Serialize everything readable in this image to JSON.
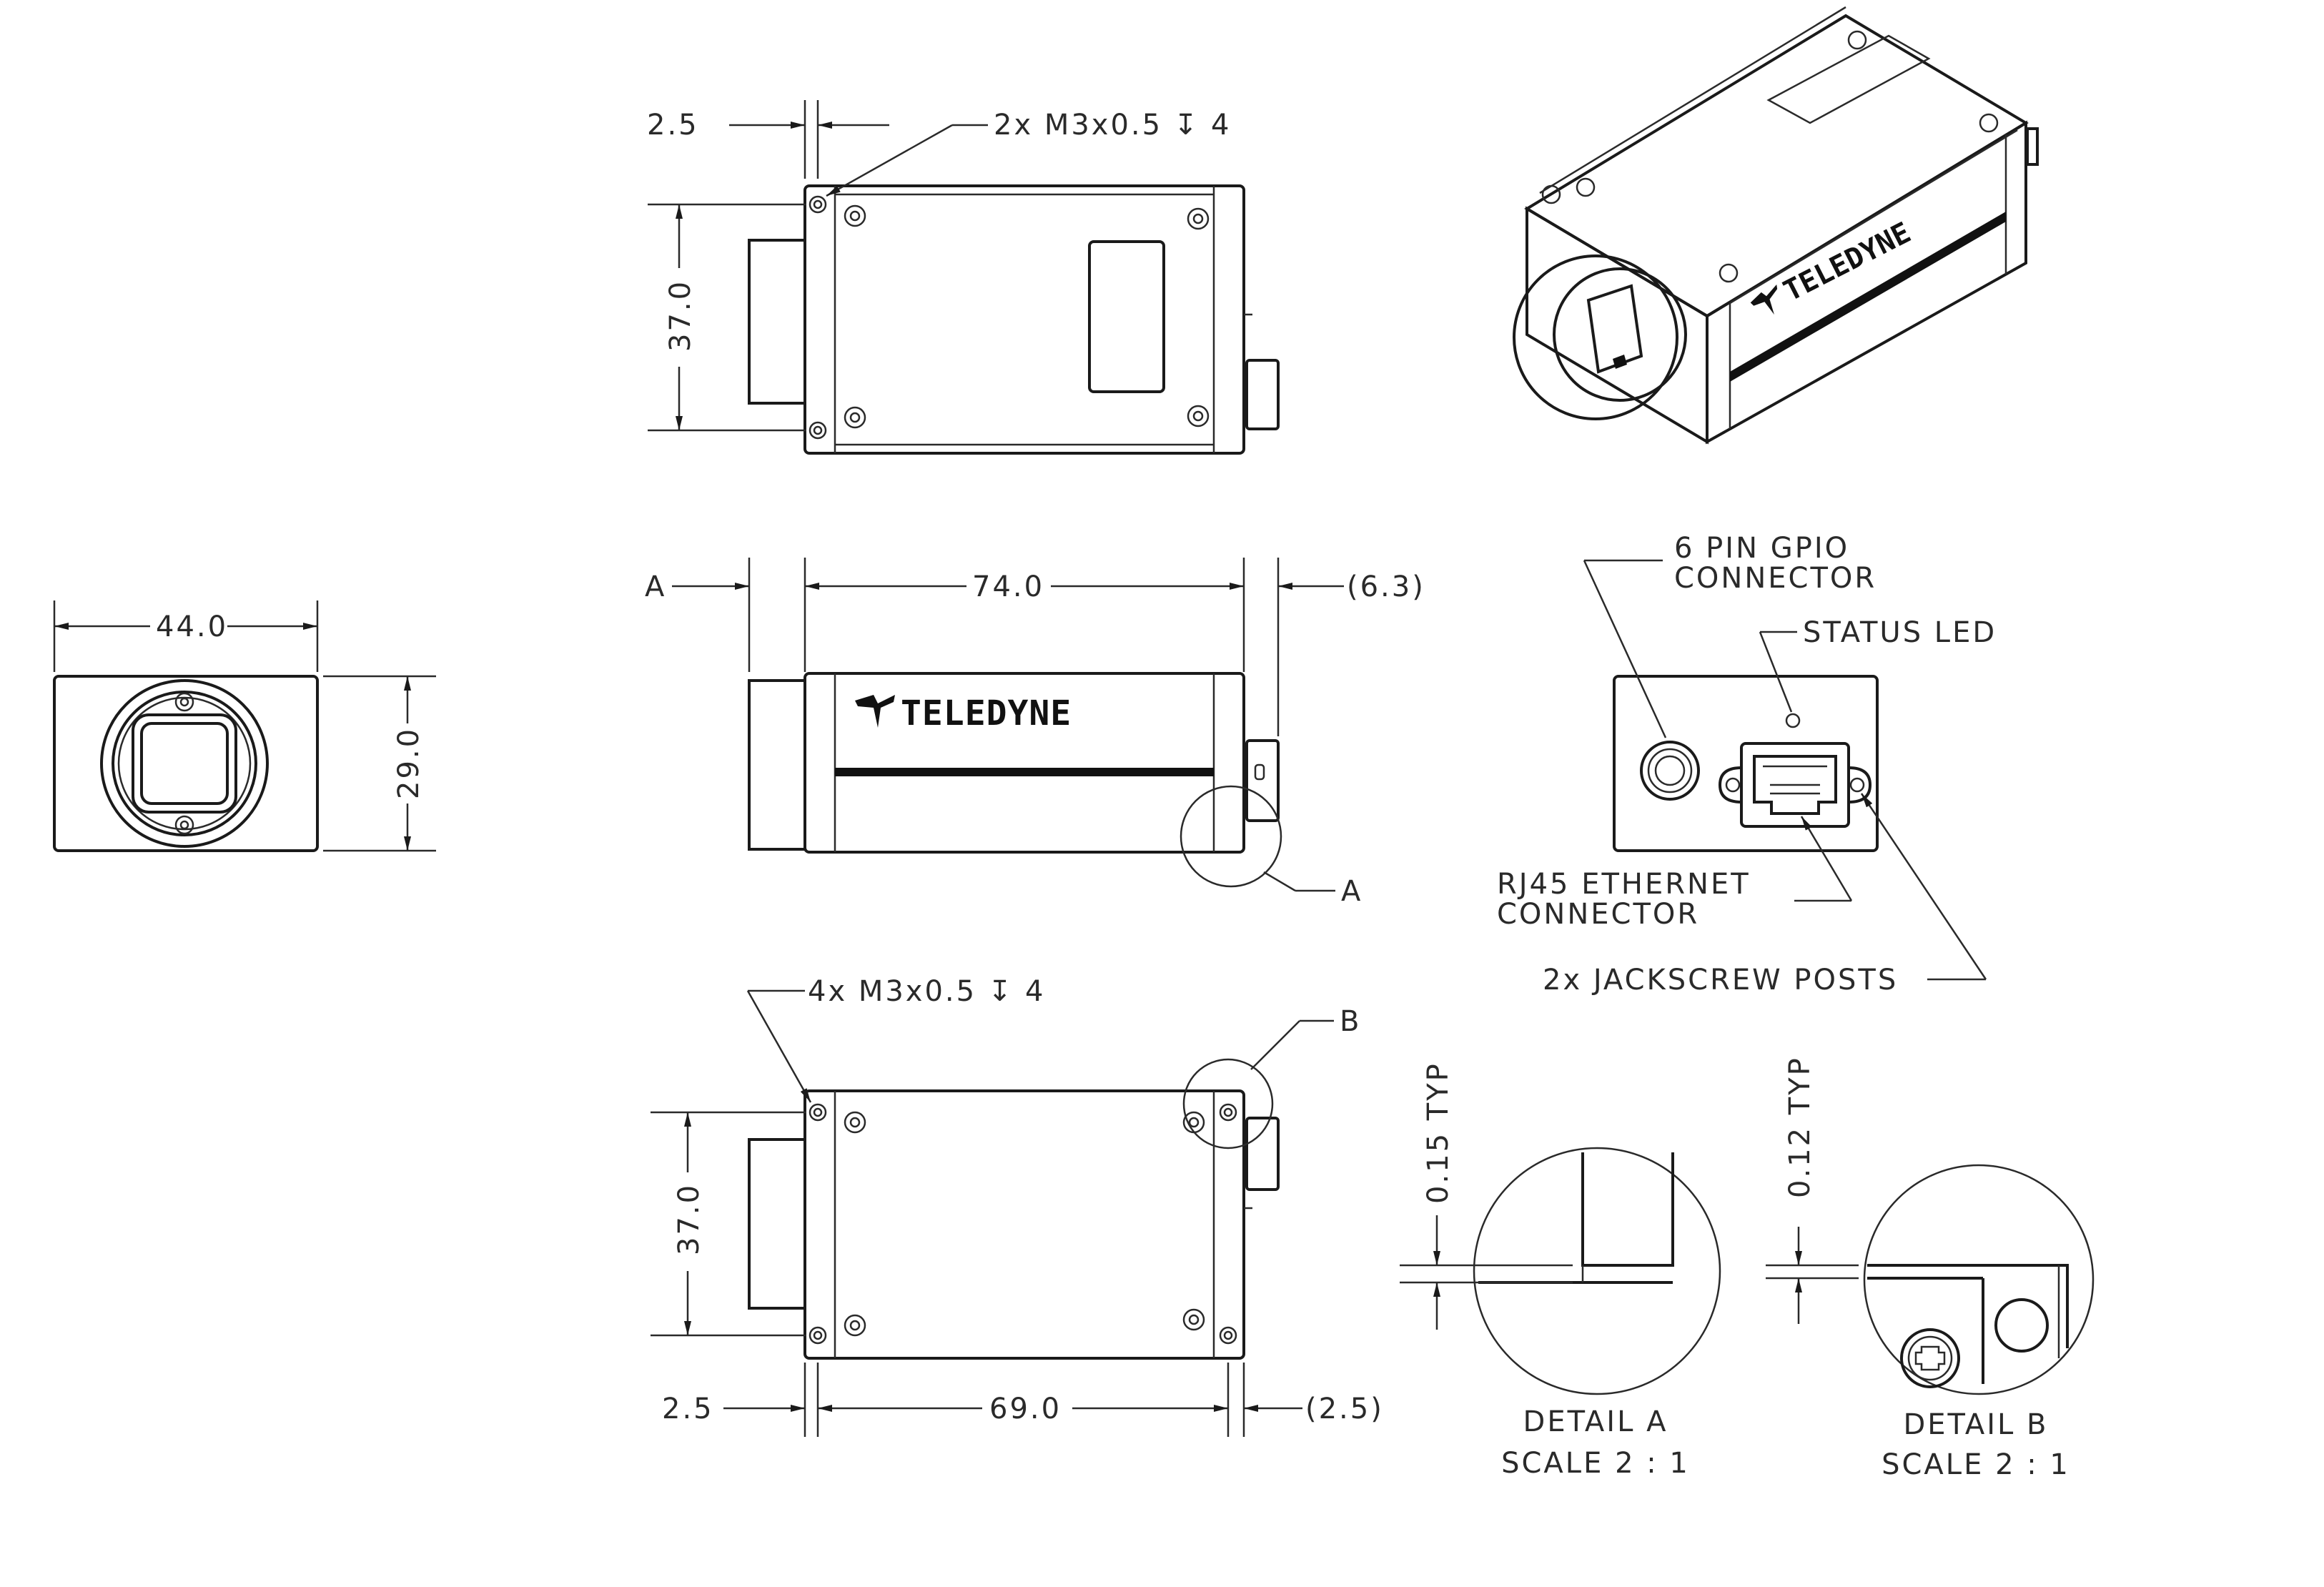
{
  "brand": "TELEDYNE",
  "top_view": {
    "width_dim": "2.5",
    "height_dim": "37.0",
    "hole_callout": "2x  M3x0.5  ↧ 4"
  },
  "front_view": {
    "width_dim": "44.0",
    "height_dim": "29.0"
  },
  "side_view": {
    "section_label": "A",
    "length_dim": "74.0",
    "connector_dim": "(6.3)",
    "detail_callout": "A"
  },
  "bottom_view": {
    "hole_callout": "4x  M3x0.5  ↧ 4",
    "detail_callout": "B",
    "height_dim": "37.0",
    "left_dim": "2.5",
    "length_dim": "69.0",
    "right_dim": "(2.5)"
  },
  "rear_view": {
    "gpio_line1": "6  PIN  GPIO",
    "gpio_line2": "CONNECTOR",
    "status_led": "STATUS  LED",
    "rj45_line1": "RJ45  ETHERNET",
    "rj45_line2": "CONNECTOR",
    "jackscrew": "2x  JACKSCREW  POSTS"
  },
  "detail_a": {
    "dim": "0.15  TYP",
    "title": "DETAIL  A",
    "scale": "SCALE  2  :  1"
  },
  "detail_b": {
    "dim": "0.12  TYP",
    "title": "DETAIL  B",
    "scale": "SCALE  2  :  1"
  }
}
